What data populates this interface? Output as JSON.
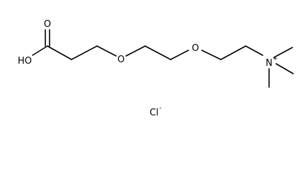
{
  "molecule": {
    "labels": {
      "carbonyl_oxygen": "O",
      "hydroxyl": "HO",
      "ether_oxygen_1": "O",
      "ether_oxygen_2": "O",
      "nitrogen": "N",
      "nitrogen_charge": "+",
      "chloride": "Cl",
      "chloride_charge": "-"
    }
  }
}
